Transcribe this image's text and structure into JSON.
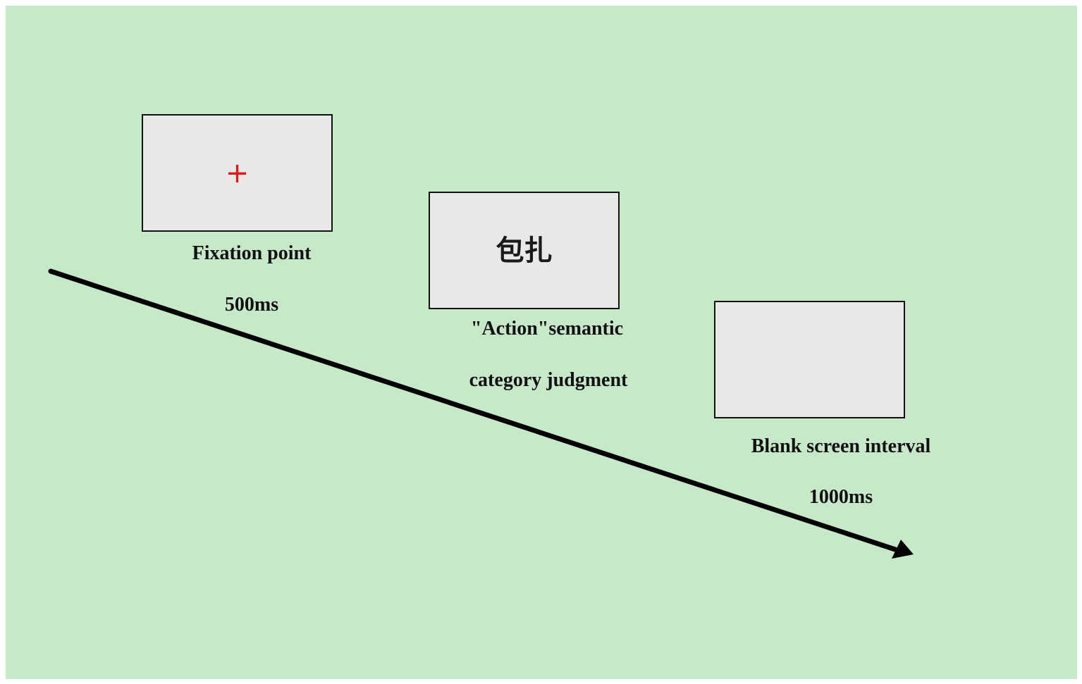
{
  "colors": {
    "background": "#c8e9c9",
    "screen_fill": "#e8e8e8",
    "fixation_color": "#e01818",
    "arrow_color": "#000000"
  },
  "trial": {
    "screens": [
      {
        "content": "+",
        "label": "Fixation point",
        "duration": "500ms"
      },
      {
        "content": "包扎",
        "label_line1": "\"Action\"semantic",
        "label_line2": "category judgment"
      },
      {
        "content": "",
        "label": "Blank screen interval",
        "duration": "1000ms"
      }
    ]
  },
  "icons": {
    "timeline": "arrow-icon"
  }
}
